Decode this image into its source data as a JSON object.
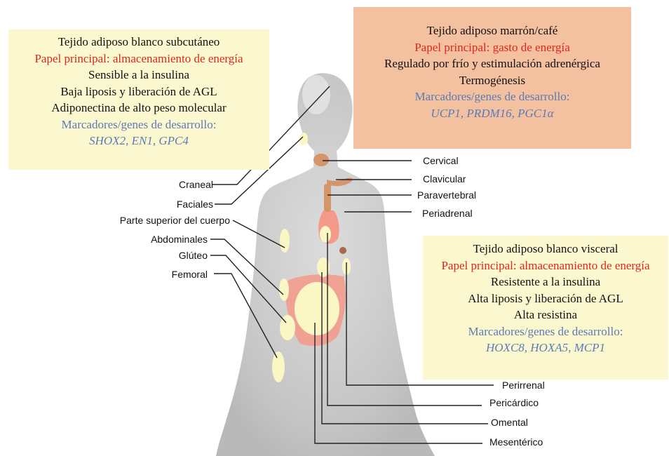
{
  "boxes": {
    "subcutaneous": {
      "title": "Tejido adiposo blanco subcutáneo",
      "role": "Papel principal: almacenamiento de energía",
      "traits": [
        "Sensible a la insulina",
        "Baja liposis y liberación de AGL",
        "Adiponectina de alto peso molecular"
      ],
      "markers_heading": "Marcadores/genes de desarrollo:",
      "markers": "SHOX2, EN1, GPC4"
    },
    "brown": {
      "title": "Tejido adiposo marrón/café",
      "role": "Papel principal: gasto de energía",
      "traits": [
        "Regulado por frío y estimulación adrenérgica",
        "Termogénesis"
      ],
      "markers_heading": "Marcadores/genes de desarrollo:",
      "markers": "UCP1, PRDM16, PGC1α"
    },
    "visceral": {
      "title": "Tejido adiposo blanco visceral",
      "role": "Papel principal: almacenamiento de energía",
      "traits": [
        "Resistente a la insulina",
        "Alta liposis y liberación de AGL",
        "Alta resistina"
      ],
      "markers_heading": "Marcadores/genes de desarrollo:",
      "markers": "HOXC8, HOXA5, MCP1"
    }
  },
  "labels": {
    "left": [
      "Craneal",
      "Faciales",
      "Parte superior del cuerpo",
      "Abdominales",
      "Glúteo",
      "Femoral"
    ],
    "right": [
      "Cervical",
      "Clavicular",
      "Paravertebral",
      "Periadrenal",
      "Perirrenal",
      "Pericárdico",
      "Omental",
      "Mesentérico"
    ]
  },
  "colors": {
    "white_fat_box": "#fbf8cf",
    "brown_fat_box": "#f3c0a0",
    "red_text": "#e0261c",
    "blue_text": "#5b7bb5",
    "body_silhouette": "#c4c4c4",
    "white_fat_depot": "#fbf7c4",
    "visceral_region": "#f59a8a",
    "brown_fat_depot": "#d9956a"
  }
}
